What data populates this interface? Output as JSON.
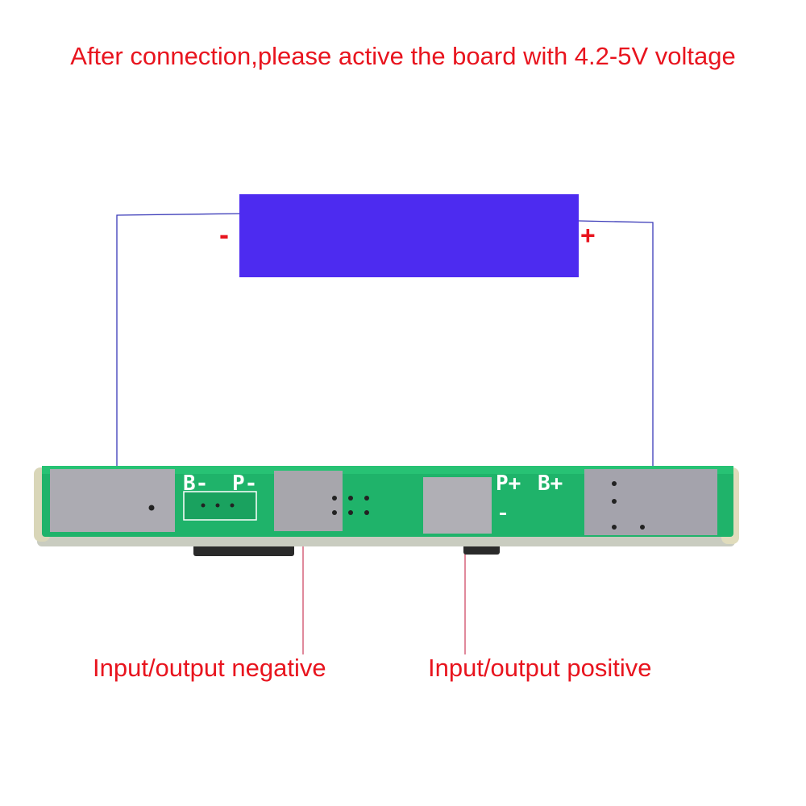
{
  "headline": "After connection,please active the board with 4.2-5V voltage",
  "battery": {
    "negative_symbol": "-",
    "positive_symbol": "+"
  },
  "board": {
    "silkscreen": [
      "B-",
      "P-",
      "P+",
      "B+"
    ]
  },
  "captions": {
    "negative": "Input/output negative",
    "positive": "Input/output positive"
  },
  "colors": {
    "text": "#e8141e",
    "battery": "#4d2bf0",
    "wire": "#3a3ab8",
    "pcb": "#1fb36a",
    "pad": "#a9a8ae"
  }
}
